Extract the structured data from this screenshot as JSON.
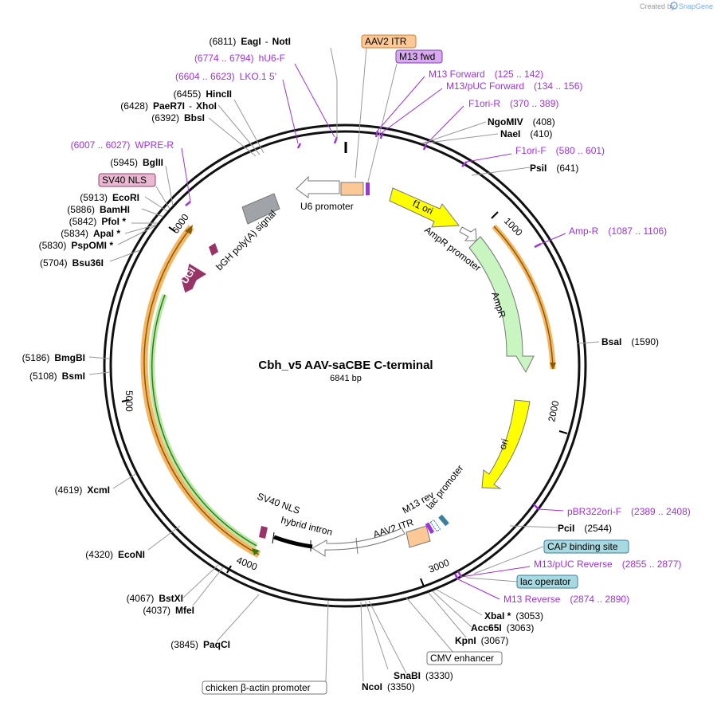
{
  "app": {
    "watermark": "Created by",
    "brand": "SnapGene"
  },
  "plasmid": {
    "name": "Cbh_v5 AAV-saCBE C-terminal",
    "length": "6841 bp"
  },
  "ticks": [
    "1000",
    "2000",
    "3000",
    "4000",
    "5000",
    "6000"
  ],
  "sites": [
    {
      "name": "EagI",
      "sep": "-",
      "name2": "NotI",
      "pos": "(6811)"
    },
    {
      "name": "HincII",
      "pos": "(6455)"
    },
    {
      "name": "PaeR7I",
      "sep": "-",
      "name2": "XhoI",
      "pos": "(6428)"
    },
    {
      "name": "BbsI",
      "pos": "(6392)"
    },
    {
      "name": "BglII",
      "pos": "(5945)"
    },
    {
      "name": "EcoRI",
      "pos": "(5913)"
    },
    {
      "name": "BamHI",
      "pos": "(5886)"
    },
    {
      "name": "PfoI *",
      "pos": "(5842)"
    },
    {
      "name": "ApaI *",
      "pos": "(5834)"
    },
    {
      "name": "PspOMI *",
      "pos": "(5830)"
    },
    {
      "name": "Bsu36I",
      "pos": "(5704)"
    },
    {
      "name": "BmgBI",
      "pos": "(5186)"
    },
    {
      "name": "BsmI",
      "pos": "(5108)"
    },
    {
      "name": "XcmI",
      "pos": "(4619)"
    },
    {
      "name": "EcoNI",
      "pos": "(4320)"
    },
    {
      "name": "BstXI",
      "pos": "(4067)"
    },
    {
      "name": "MfeI",
      "pos": "(4037)"
    },
    {
      "name": "PaqCI",
      "pos": "(3845)"
    },
    {
      "name": "NcoI",
      "pos": "(3350)"
    },
    {
      "name": "SnaBI",
      "pos": "(3330)"
    },
    {
      "name": "KpnI",
      "pos": "(3067)"
    },
    {
      "name": "Acc65I",
      "pos": "(3063)"
    },
    {
      "name": "XbaI *",
      "pos": "(3053)"
    },
    {
      "name": "PciI",
      "pos": "(2544)"
    },
    {
      "name": "BsaI",
      "pos": "(1590)"
    },
    {
      "name": "PsiI",
      "pos": "(641)"
    },
    {
      "name": "NaeI",
      "pos": "(410)"
    },
    {
      "name": "NgoMIV",
      "pos": "(408)"
    }
  ],
  "primers": [
    {
      "name": "hU6-F",
      "range": "(6774 .. 6794)"
    },
    {
      "name": "LKO.1 5'",
      "range": "(6604 .. 6623)"
    },
    {
      "name": "WPRE-R",
      "range": "(6007 .. 6027)"
    },
    {
      "name": "M13 Forward",
      "range": "(125 .. 142)"
    },
    {
      "name": "M13/pUC Forward",
      "range": "(134 .. 156)"
    },
    {
      "name": "F1ori-R",
      "range": "(370 .. 389)"
    },
    {
      "name": "F1ori-F",
      "range": "(580 .. 601)"
    },
    {
      "name": "Amp-R",
      "range": "(1087 .. 1106)"
    },
    {
      "name": "pBR322ori-F",
      "range": "(2389 .. 2408)"
    },
    {
      "name": "M13/pUC Reverse",
      "range": "(2855 .. 2877)"
    },
    {
      "name": "M13 Reverse",
      "range": "(2874 .. 2890)"
    }
  ],
  "boxed_labels": {
    "aav2_itr_top": "AAV2 ITR",
    "m13_fwd": "M13 fwd",
    "sv40_nls_left": "SV40 NLS",
    "cap_site": "CAP binding site",
    "lac_operator": "lac operator",
    "cmv_enhancer": "CMV enhancer",
    "cba_promoter": "chicken β-actin promoter"
  },
  "features": {
    "f1_ori": "f1 ori",
    "ampr_promoter": "AmpR promoter",
    "ampr": "AmpR",
    "ori": "ori",
    "lac_promoter": "lac promoter",
    "m13_rev": "M13 rev",
    "aav2_itr_bottom": "AAV2 ITR",
    "hybrid_intron": "hybrid intron",
    "sv40_nls_bottom": "SV40 NLS",
    "ugi": "UGI",
    "bgh_polya": "bGH poly(A) signal",
    "u6_promoter": "U6 promoter"
  },
  "colors": {
    "primer": "#a030e0",
    "f1_ori": "#ffff00",
    "ampr": "#c8f5c0",
    "ugi": "#993366",
    "itr": "#fcc896",
    "orf_orange": "#f5b563",
    "orf_green": "#72c255",
    "cap_site": "#a8d8e0",
    "m13_fwd": "#d8a8f0",
    "sv40_nls": "#e8b8d0"
  }
}
